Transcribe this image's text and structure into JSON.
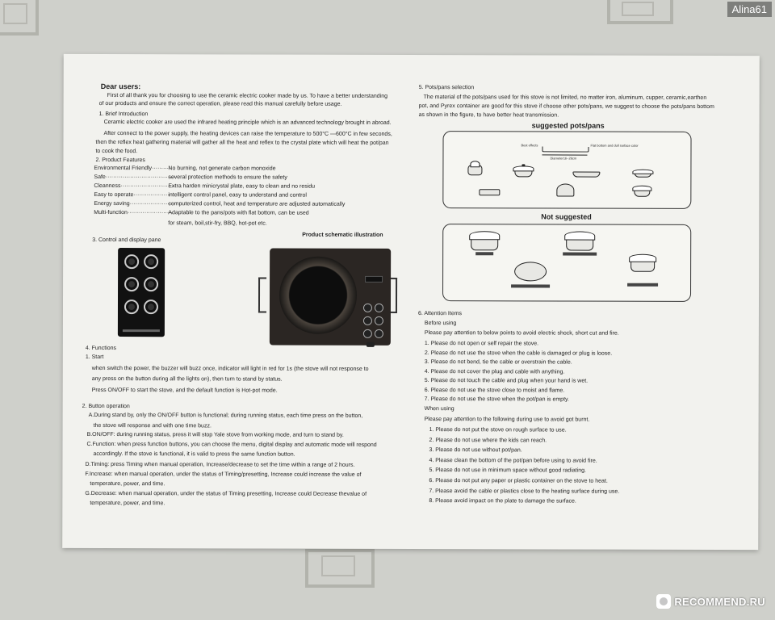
{
  "badge": "Alina61",
  "watermark": "RECOMMEND.RU",
  "left": {
    "greeting": "Dear users:",
    "intro": [
      "First of all thank you for choosing to use the ceramic electric cooker made by us. To have a better understanding",
      "of our products and ensure the correct operation, please read this manual carefully before usage."
    ],
    "brief_title": "1. Brief Introduction",
    "brief": [
      "Ceramic electric cooker are used the infrared heating principle which is an advanced technology  brought in abroad.",
      "After connect to the power supply, the heating devices can raise the temperature to 500°C —600°C in few seconds,",
      "then the reflex heat gathering material will gather all the heat and reflex to the crystal plate which will heat the pot/pan",
      "to cook the food."
    ],
    "features_title": "2. Product Features",
    "features": [
      {
        "key": "Environmental Friendly··········",
        "val": "No burning, not generate carbon monoxide"
      },
      {
        "key": "Safe·····································",
        "val": "several protection methods to ensure the safety"
      },
      {
        "key": "Cleanness·····························",
        "val": "Extra harden minicrystal plate, easy to clean and no residu"
      },
      {
        "key": "Easy to operate·····················",
        "val": "intelligent control panel, easy to understand and control"
      },
      {
        "key": "Energy saving························",
        "val": "computerized control, heat and temperature are adjusted automatically"
      },
      {
        "key": "Multi-function························",
        "val": "Adaptable to the pans/pots with flat bottom, can be used"
      }
    ],
    "features_cont": "for steam, boil,stir-fry, BBQ, hot-pot etc.",
    "schematic_title": "Product schematic illustration",
    "control_title": "3. Control and display pane",
    "functions_title": "4. Functions",
    "start_title": "1. Start",
    "start": [
      "when switch the power, the buzzer will buzz once, indicator will light in red for 1s (the stove will  not response to",
      "any press on the button during all the lights on), then turn to stand by status.",
      "Press ON/OFF to start the stove, and the default function is Hot-pot mode."
    ],
    "button_title": "2. Button operation",
    "button": [
      "A.During stand by, only the ON/OFF button is functional; during running status, each time press on the button,",
      "the stove will response and with one time buzz.",
      "B.ON/OFF: during running status, press it will stop Yale stove from working mode, and turn to stand by.",
      "C.Function: when press function buttons, you can choose the menu, digital display and automatic mode will respond",
      "accordingly. If the stove is functional, it is valid to press the same function button.",
      "D.Timing: press Timing when manual operation, Increase/decrease to set the time within a range of 2 hours.",
      "F.Increase: when manual operation, under the status of Timing/presetting, Increase could increase the value of",
      "temperature, power, and time.",
      "G.Decrease: when manual operation, under the status of Timing presetting, Increase could Decrease thevalue of",
      "temperature, power, and time."
    ]
  },
  "right": {
    "pots_title": "5. Pots/pans selection",
    "pots": [
      "The material of the pots/pans used for this stove is not limited, no matter iron, aluminum, cupper, ceramic,earthen",
      "pot, and Pyrex container are good for this stove if choose other pots/pans, we suggest to choose the pots/pans bottom",
      "as shown in the figure, to have better heat transmission."
    ],
    "suggested_title": "suggested pots/pans",
    "best_effects": "Best effects",
    "flat_bottom": "Flat bottom and dull surface color",
    "diameter": "Diameter16~26cm",
    "not_suggested_title": "Not suggested",
    "attention_title": "6. Attention Items",
    "before_title": "Before using",
    "before_intro": "Please pay attention to below points to avoid electric shock, short cut and fire.",
    "before": [
      "1. Please do not open or self repair the stove.",
      "2. Please do not use the stove when the cable is damaged or plug is loose.",
      "3. Please do not bend, tie the cable or overstrain the cable.",
      "4. Please do not cover the plug and cable with anything.",
      "5. Please do not touch the cable and plug when your hand is wet.",
      "6. Please do not use the stove close to moist and flame.",
      "7. Please do not use the stove when the pot/pan is empty."
    ],
    "when_title": "When using",
    "when_intro": "Please pay attention to the following during use to avoid got burnt.",
    "when": [
      "1. Please do not put the stove on rough surface to use.",
      "2. Please do not use where the kids can reach.",
      "3. Please do not use without pot/pan.",
      "4. Please clean the bottom of the pot/pan before using to avoid fire.",
      "5. Please do not use in minimum space without good radiating.",
      "6. Please do not put any paper or plastic container on the stove to heat.",
      "7. Please avoid the cable or plastics close to the heating surface during use.",
      "8. Please avoid impact on the plate to damage the surface."
    ]
  }
}
